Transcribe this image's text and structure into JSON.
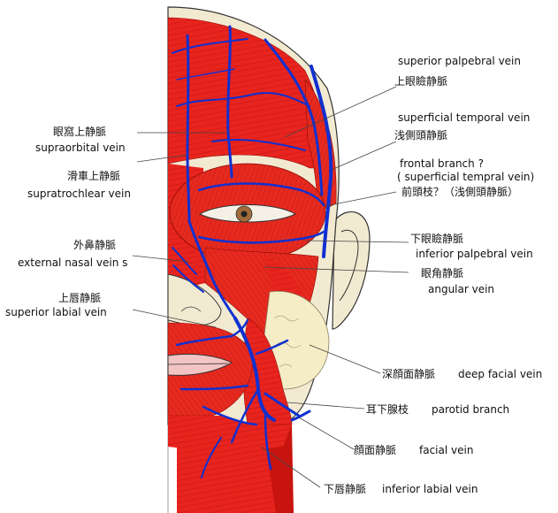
{
  "labels": {
    "superior_palpebral_en": "superior palpebral vein",
    "superior_palpebral_jp": "上眼瞼静脈",
    "superficial_temporal_en": "superficial temporal vein",
    "superficial_temporal_jp": "浅側頭静脈",
    "frontal_branch_en_1": "frontal branch ?",
    "frontal_branch_en_2": "( superficial tempral vein)",
    "frontal_branch_jp": "前頭枝？（浅側頭静脈）",
    "inferior_palpebral_jp": "下眼瞼静脈",
    "inferior_palpebral_en": "inferior palpebral vein",
    "angular_jp": "眼角静脈",
    "angular_en": "angular vein",
    "deep_facial_jp": "深顔面静脈",
    "deep_facial_en": "deep facial vein",
    "parotid_jp": "耳下腺枝",
    "parotid_en": "parotid branch",
    "facial_jp": "顔面静脈",
    "facial_en": "facial vein",
    "inferior_labial_jp": "下唇静脈",
    "inferior_labial_en": "inferior labial vein",
    "supraorbital_jp": "眼窩上静脈",
    "supraorbital_en": "supraorbital vein",
    "supratrochlear_jp": "滑車上静脈",
    "supratrochlear_en": "supratrochlear vein",
    "external_nasal_jp": "外鼻静脈",
    "external_nasal_en": "external nasal vein s",
    "superior_labial_jp": "上唇静脈",
    "superior_labial_en": "superior labial vein"
  },
  "colors": {
    "muscle": "#e8241e",
    "muscle_dark": "#b8100c",
    "vein": "#1030d0",
    "skin": "#f2ead0",
    "fat": "#f4edc6",
    "leader": "#444444"
  }
}
